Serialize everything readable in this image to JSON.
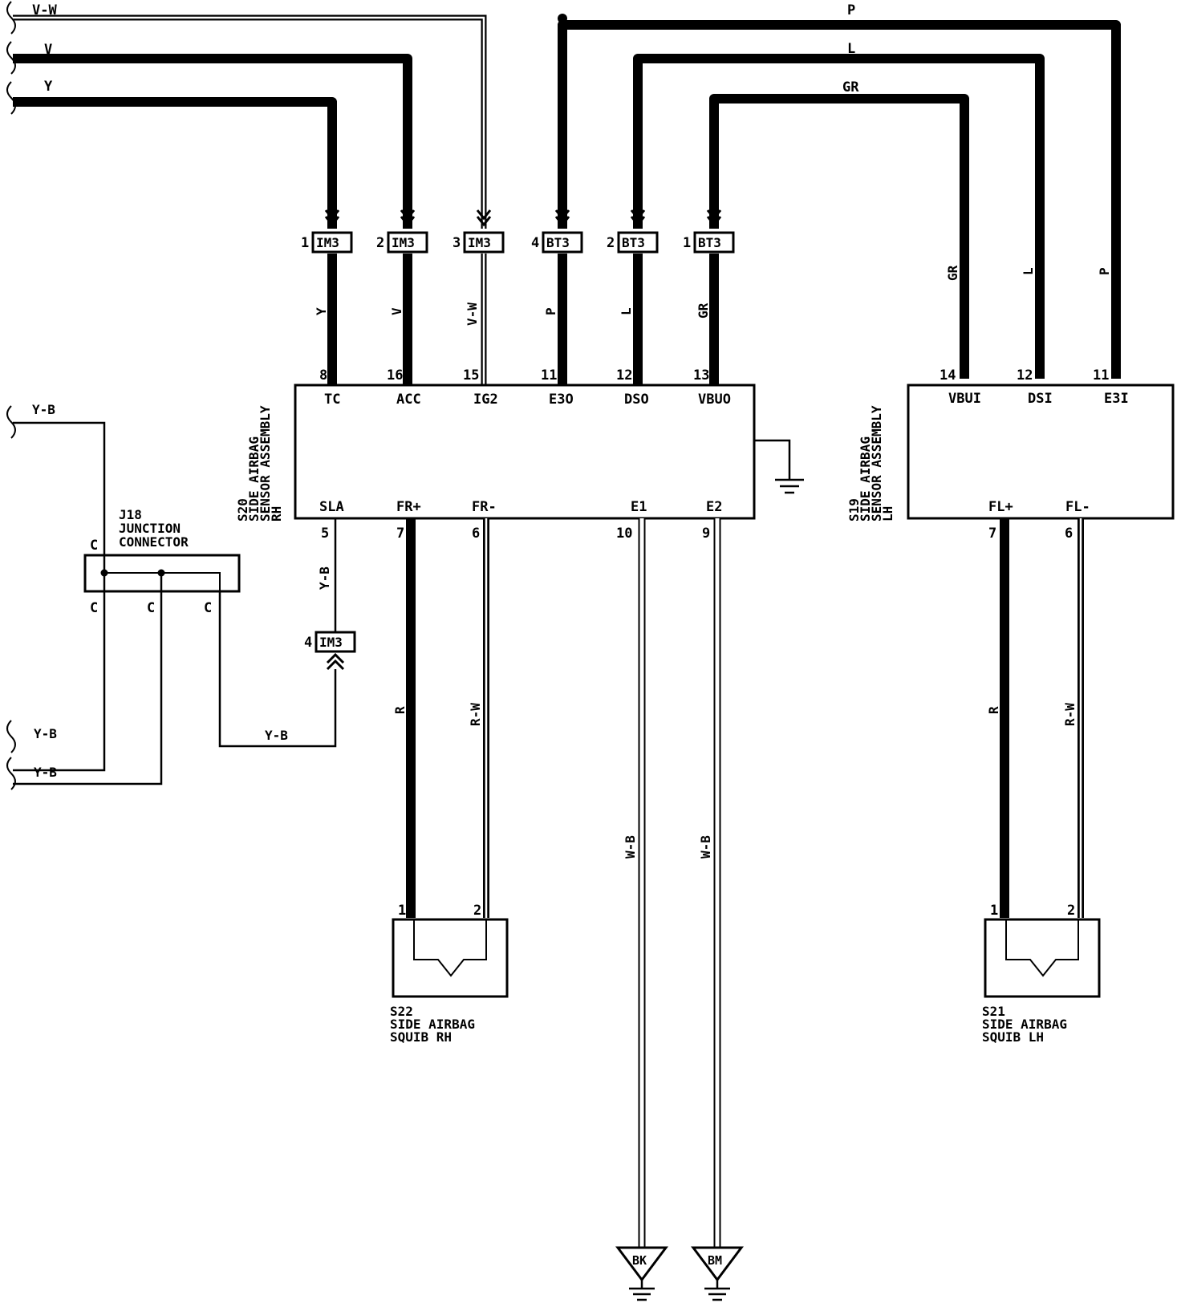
{
  "input_wires": {
    "vw": "V-W",
    "v": "V",
    "y": "Y",
    "p": "P",
    "l": "L",
    "gr": "GR"
  },
  "connectors": {
    "im3_1": {
      "num": "1",
      "code": "IM3"
    },
    "im3_2": {
      "num": "2",
      "code": "IM3"
    },
    "im3_3": {
      "num": "3",
      "code": "IM3"
    },
    "bt3_4": {
      "num": "4",
      "code": "BT3"
    },
    "bt3_2": {
      "num": "2",
      "code": "BT3"
    },
    "bt3_1": {
      "num": "1",
      "code": "BT3"
    },
    "im3_4": {
      "num": "4",
      "code": "IM3"
    }
  },
  "rh_sensor": {
    "id": "S20",
    "name_line1": "SIDE AIRBAG",
    "name_line2": "SENSOR ASSEMBLY",
    "side": "RH",
    "top_pins": [
      {
        "num": "8",
        "name": "TC",
        "color": "Y"
      },
      {
        "num": "16",
        "name": "ACC",
        "color": "V"
      },
      {
        "num": "15",
        "name": "IG2",
        "color": "V-W"
      },
      {
        "num": "11",
        "name": "E3O",
        "color": "P"
      },
      {
        "num": "12",
        "name": "DSO",
        "color": "L"
      },
      {
        "num": "13",
        "name": "VBUO",
        "color": "GR"
      }
    ],
    "bottom_pins": [
      {
        "num": "5",
        "name": "SLA",
        "color": "Y-B"
      },
      {
        "num": "7",
        "name": "FR+",
        "color": "R"
      },
      {
        "num": "6",
        "name": "FR-",
        "color": "R-W"
      },
      {
        "num": "10",
        "name": "E1",
        "color": "W-B"
      },
      {
        "num": "9",
        "name": "E2",
        "color": "W-B"
      }
    ]
  },
  "lh_sensor": {
    "id": "S19",
    "name_line1": "SIDE AIRBAG",
    "name_line2": "SENSOR ASSEMBLY",
    "side": "LH",
    "top_pins": [
      {
        "num": "14",
        "name": "VBUI",
        "color": "GR"
      },
      {
        "num": "12",
        "name": "DSI",
        "color": "L"
      },
      {
        "num": "11",
        "name": "E3I",
        "color": "P"
      }
    ],
    "bottom_pins": [
      {
        "num": "7",
        "name": "FL+",
        "color": "R"
      },
      {
        "num": "6",
        "name": "FL-",
        "color": "R-W"
      }
    ]
  },
  "junction": {
    "id": "J18",
    "name_line1": "JUNCTION",
    "name_line2": "CONNECTOR",
    "top_pin": "C",
    "bottom_pins": [
      "C",
      "C",
      "C"
    ]
  },
  "left_wires": {
    "top": "Y-B",
    "bottom1": "Y-B",
    "bottom2": "Y-B",
    "bus": "Y-B"
  },
  "squib_rh": {
    "id": "S22",
    "line1": "SIDE AIRBAG",
    "line2": "SQUIB RH",
    "pin1": "1",
    "pin2": "2"
  },
  "squib_lh": {
    "id": "S21",
    "line1": "SIDE AIRBAG",
    "line2": "SQUIB LH",
    "pin1": "1",
    "pin2": "2"
  },
  "grounds": {
    "bk": "BK",
    "bm": "BM"
  }
}
